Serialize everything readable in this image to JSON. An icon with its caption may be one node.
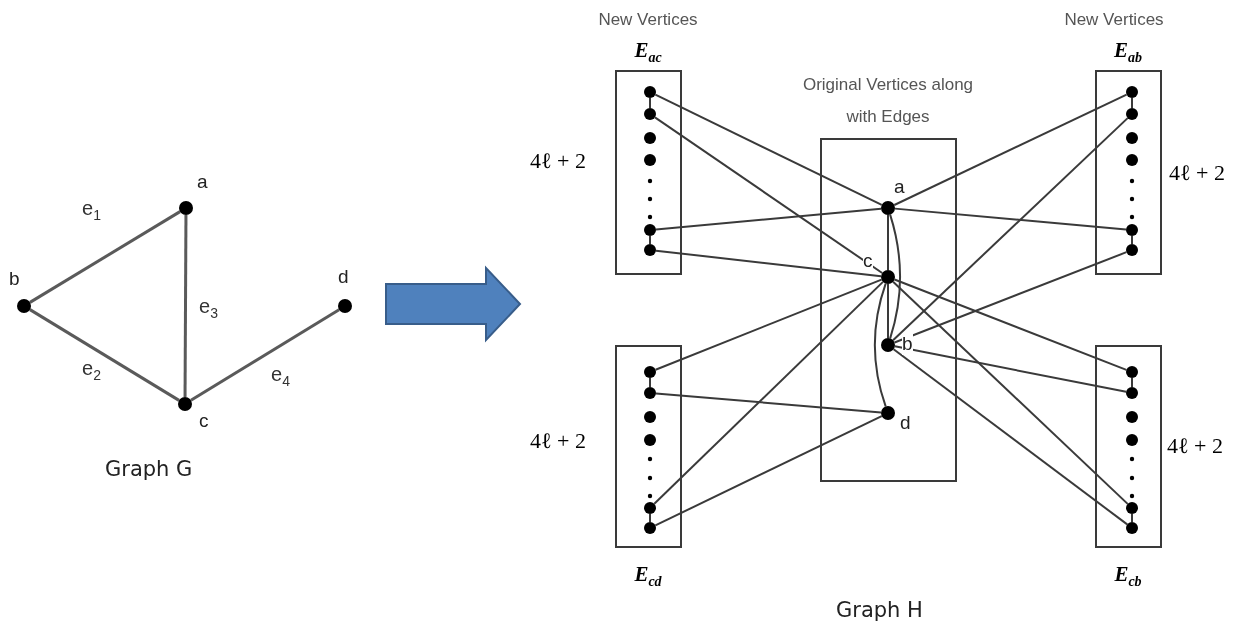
{
  "diagram": {
    "nodes": [
      {
        "text": [],
        "shape": "circle",
        "beside": [
          "a"
        ]
      },
      {
        "text": [],
        "shape": "circle",
        "beside": [
          "b"
        ]
      },
      {
        "text": [],
        "shape": "circle",
        "beside": [
          "c"
        ]
      },
      {
        "text": [],
        "shape": "circle",
        "beside": [
          "d"
        ]
      },
      {
        "text": [
          "New Vertices",
          "E$_{ac}$"
        ],
        "beside": [
          "4ℓ + 2"
        ]
      },
      {
        "text": [],
        "shape": "circle",
        "in": 4
      },
      {
        "text": [],
        "shape": "circle",
        "in": 4
      },
      {
        "text": [],
        "shape": "circle",
        "in": 4
      },
      {
        "text": [],
        "shape": "circle",
        "in": 4
      },
      {
        "text": [],
        "shape": "circle",
        "in": 4
      },
      {
        "text": [],
        "shape": "circle",
        "in": 4
      },
      {
        "text": [
          "Original Vertices along with Edges"
        ]
      },
      {
        "text": [],
        "shape": "circle",
        "in": 11,
        "beside": [
          "a"
        ]
      },
      {
        "text": [],
        "shape": "circle",
        "in": 11,
        "beside": [
          "c"
        ]
      },
      {
        "text": [],
        "shape": "circle",
        "in": 11,
        "beside": [
          "b"
        ]
      },
      {
        "text": [],
        "shape": "circle",
        "in": 11,
        "beside": [
          "d"
        ]
      },
      {
        "text": [
          "New Vertices",
          "E$_{ab}$"
        ],
        "beside": [
          "4ℓ + 2"
        ]
      },
      {
        "text": [],
        "shape": "circle",
        "in": 16
      },
      {
        "text": [],
        "shape": "circle",
        "in": 16
      },
      {
        "text": [],
        "shape": "circle",
        "in": 16
      },
      {
        "text": [],
        "shape": "circle",
        "in": 16
      },
      {
        "text": [],
        "shape": "circle",
        "in": 16
      },
      {
        "text": [],
        "shape": "circle",
        "in": 16
      },
      {
        "text": [
          "E$_{cd}$"
        ],
        "beside": [
          "4ℓ + 2"
        ]
      },
      {
        "text": [],
        "shape": "circle",
        "in": 23
      },
      {
        "text": [],
        "shape": "circle",
        "in": 23
      },
      {
        "text": [],
        "shape": "circle",
        "in": 23
      },
      {
        "text": [],
        "shape": "circle",
        "in": 23
      },
      {
        "text": [],
        "shape": "circle",
        "in": 23
      },
      {
        "text": [],
        "shape": "circle",
        "in": 23
      },
      {
        "text": [
          "E$_{cb}$"
        ],
        "beside": [
          "4ℓ + 2"
        ]
      },
      {
        "text": [],
        "shape": "circle",
        "in": 30
      },
      {
        "text": [],
        "shape": "circle",
        "in": 30
      },
      {
        "text": [],
        "shape": "circle",
        "in": 30
      },
      {
        "text": [],
        "shape": "circle",
        "in": 30
      },
      {
        "text": [],
        "shape": "circle",
        "in": 30
      },
      {
        "text": [],
        "shape": "circle",
        "in": 30
      }
    ],
    "edges": [
      {
        "from": 1,
        "to": 0,
        "arrow": "none",
        "label": "e$_{1}$"
      },
      {
        "from": 1,
        "to": 2,
        "arrow": "none",
        "label": "e$_{2}$"
      },
      {
        "from": 0,
        "to": 2,
        "arrow": "none",
        "label": "e$_{3}$"
      },
      {
        "from": 2,
        "to": 3,
        "arrow": "none",
        "label": "e$_{4}$"
      },
      {
        "from": 5,
        "to": 12,
        "arrow": "none"
      },
      {
        "from": 6,
        "to": 13,
        "arrow": "none"
      },
      {
        "from": 9,
        "to": 12,
        "arrow": "none"
      },
      {
        "from": 10,
        "to": 13,
        "arrow": "none"
      },
      {
        "from": 5,
        "to": 6,
        "arrow": "none"
      },
      {
        "from": 9,
        "to": 10,
        "arrow": "none"
      },
      {
        "from": 17,
        "to": 12,
        "arrow": "none"
      },
      {
        "from": 18,
        "to": 14,
        "arrow": "none"
      },
      {
        "from": 21,
        "to": 12,
        "arrow": "none"
      },
      {
        "from": 22,
        "to": 14,
        "arrow": "none"
      },
      {
        "from": 17,
        "to": 18,
        "arrow": "none"
      },
      {
        "from": 21,
        "to": 22,
        "arrow": "none"
      },
      {
        "from": 24,
        "to": 13,
        "arrow": "none"
      },
      {
        "from": 25,
        "to": 15,
        "arrow": "none"
      },
      {
        "from": 28,
        "to": 13,
        "arrow": "none"
      },
      {
        "from": 29,
        "to": 15,
        "arrow": "none"
      },
      {
        "from": 24,
        "to": 25,
        "arrow": "none"
      },
      {
        "from": 28,
        "to": 29,
        "arrow": "none"
      },
      {
        "from": 31,
        "to": 13,
        "arrow": "none"
      },
      {
        "from": 32,
        "to": 14,
        "arrow": "none"
      },
      {
        "from": 35,
        "to": 13,
        "arrow": "none"
      },
      {
        "from": 36,
        "to": 14,
        "arrow": "none"
      },
      {
        "from": 31,
        "to": 32,
        "arrow": "none"
      },
      {
        "from": 35,
        "to": 36,
        "arrow": "none"
      },
      {
        "from": 12,
        "to": 13,
        "arrow": "none"
      },
      {
        "from": 12,
        "to": 14,
        "arrow": "none"
      },
      {
        "from": 13,
        "to": 14,
        "arrow": "none"
      },
      {
        "from": 13,
        "to": 15,
        "arrow": "none"
      }
    ],
    "labels": [
      "Graph G",
      "Graph H"
    ]
  }
}
